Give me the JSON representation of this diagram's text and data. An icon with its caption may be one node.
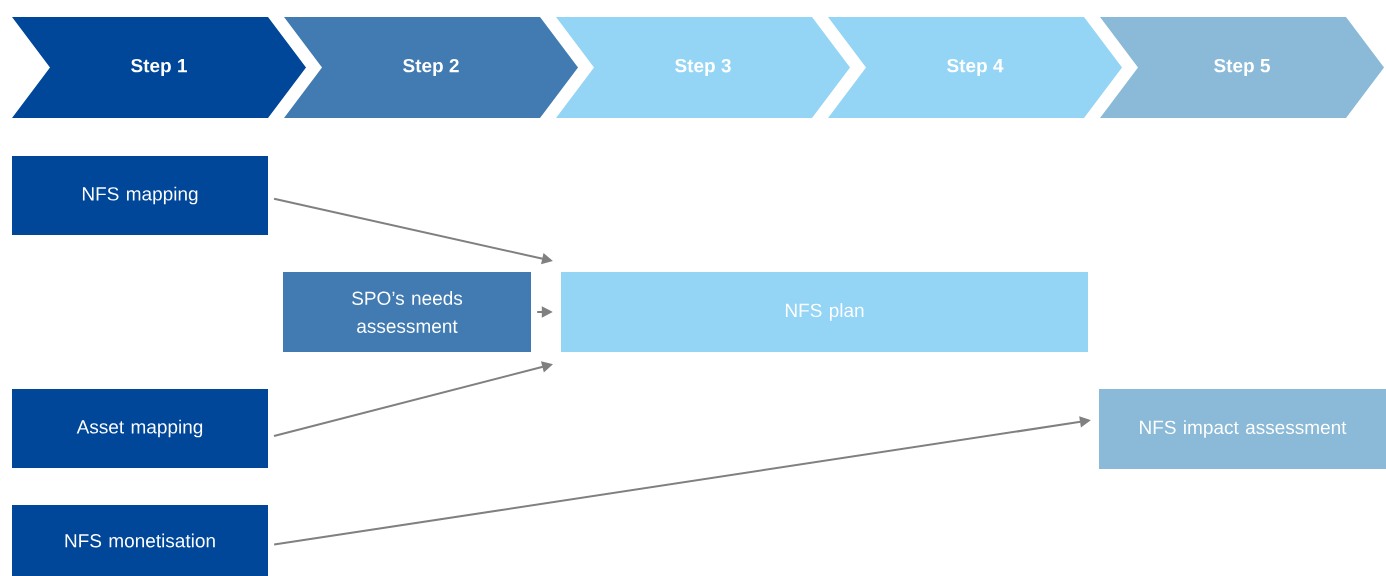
{
  "diagram": {
    "nodes": [
      {
        "text": [
          "Step 1"
        ]
      },
      {
        "text": [
          "Step 2"
        ]
      },
      {
        "text": [
          "Step 3"
        ]
      },
      {
        "text": [
          "Step 4"
        ]
      },
      {
        "text": [
          "Step 5"
        ]
      },
      {
        "text": [
          "NFS mapping"
        ]
      },
      {
        "text": [
          "SPO’s needs assessment"
        ]
      },
      {
        "text": [
          "NFS plan"
        ]
      },
      {
        "text": [
          "Asset mapping"
        ]
      },
      {
        "text": [
          "NFS monetisation"
        ]
      },
      {
        "text": [
          "NFS impact assessment"
        ]
      }
    ],
    "edges": [
      {
        "from": 5,
        "to": 7,
        "arrow": "to"
      },
      {
        "from": 6,
        "to": 7,
        "arrow": "to"
      },
      {
        "from": 8,
        "to": 7,
        "arrow": "to"
      },
      {
        "from": 9,
        "to": 10,
        "arrow": "to"
      }
    ]
  }
}
